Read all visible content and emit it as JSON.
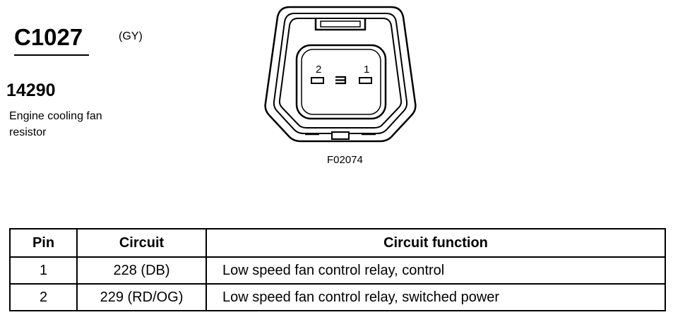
{
  "connector": {
    "id": "C1027",
    "color": "(GY)",
    "part_number": "14290",
    "description": "Engine cooling fan resistor",
    "figure_id": "F02074"
  },
  "diagram": {
    "pin_labels": [
      "2",
      "1"
    ]
  },
  "table": {
    "headers": [
      "Pin",
      "Circuit",
      "Circuit function"
    ],
    "rows": [
      [
        "1",
        "228 (DB)",
        "Low speed fan control relay, control"
      ],
      [
        "2",
        "229 (RD/OG)",
        "Low speed fan control relay, switched power"
      ]
    ]
  }
}
